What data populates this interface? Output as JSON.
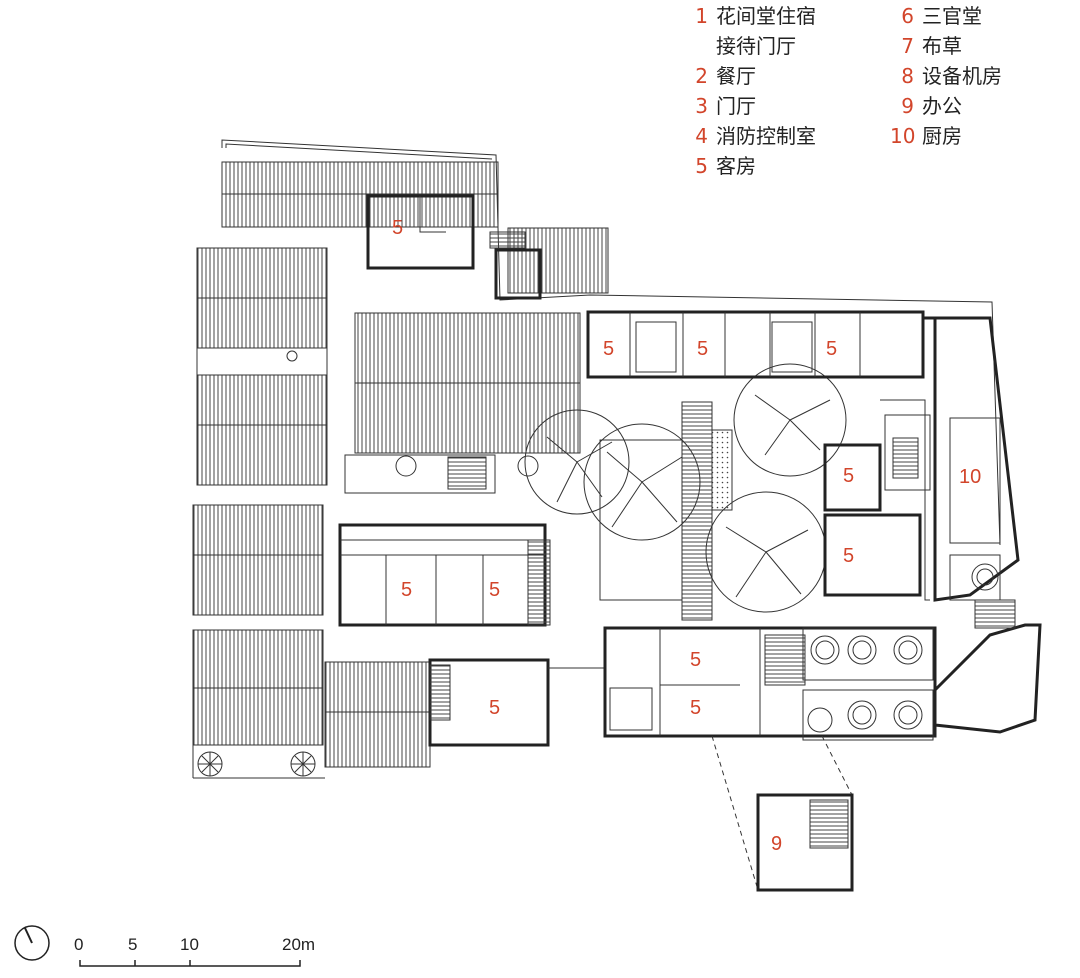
{
  "legend": [
    {
      "num": "1",
      "text": "花间堂住宿"
    },
    {
      "num": "",
      "text": "接待门厅"
    },
    {
      "num": "2",
      "text": "餐厅"
    },
    {
      "num": "3",
      "text": "门厅"
    },
    {
      "num": "4",
      "text": "消防控制室"
    },
    {
      "num": "5",
      "text": "客房"
    },
    {
      "num": "6",
      "text": "三官堂"
    },
    {
      "num": "7",
      "text": "布草"
    },
    {
      "num": "8",
      "text": "设备机房"
    },
    {
      "num": "9",
      "text": "办公"
    },
    {
      "num": "10",
      "text": "厨房"
    }
  ],
  "rooms": [
    "5",
    "5",
    "5",
    "5",
    "5",
    "5",
    "5",
    "5",
    "5",
    "5",
    "5",
    "9",
    "10"
  ],
  "scale_bar": {
    "ticks": [
      "0",
      "5",
      "10",
      "20m"
    ]
  },
  "colors": {
    "label_red": "#d2452b",
    "line": "#222222"
  },
  "icons": {
    "north": "north-arrow-icon"
  }
}
